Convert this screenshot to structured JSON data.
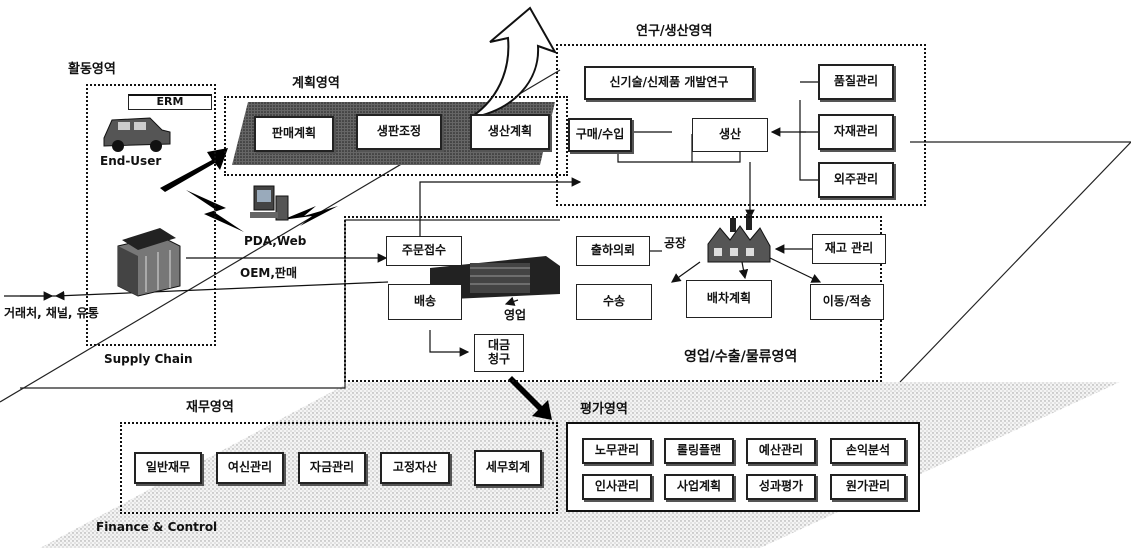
{
  "areas": {
    "activity": "활동영역",
    "planning": "계획영역",
    "rnd": "연구/생산영역",
    "sales": "영업/수출/물류영역",
    "finance": "재무영역",
    "evaluation": "평가영역"
  },
  "activity": {
    "erm": "ERM",
    "end_user": "End-User",
    "pda_web": "PDA,Web",
    "oem_sales": "OEM,판매",
    "trade": "거래처, 채널, 유통",
    "supply_chain": "Supply Chain"
  },
  "planning": [
    "판매계획",
    "생판조정",
    "생산계획"
  ],
  "rnd": {
    "new_tech": "신기술/신제품 개발연구",
    "purchase": "구매/수입",
    "production": "생산",
    "quality": "품질관리",
    "material": "자재관리",
    "outsourcing": "외주관리"
  },
  "sales": {
    "order": "주문접수",
    "shipment_request": "출하의뢰",
    "factory": "공장",
    "inventory": "재고 관리",
    "delivery": "배송",
    "transport": "수송",
    "dispatch_plan": "배차계획",
    "move_load": "이동/적송",
    "sales_label": "영업",
    "billing": "대금\n청구"
  },
  "finance": {
    "items": [
      "일반재무",
      "여신관리",
      "자금관리",
      "고정자산",
      "세무회계"
    ],
    "caption": "Finance & Control"
  },
  "evaluation": {
    "items": [
      "노무관리",
      "롤링플랜",
      "예산관리",
      "손익분석",
      "인사관리",
      "사업계획",
      "성과평가",
      "원가관리"
    ]
  }
}
